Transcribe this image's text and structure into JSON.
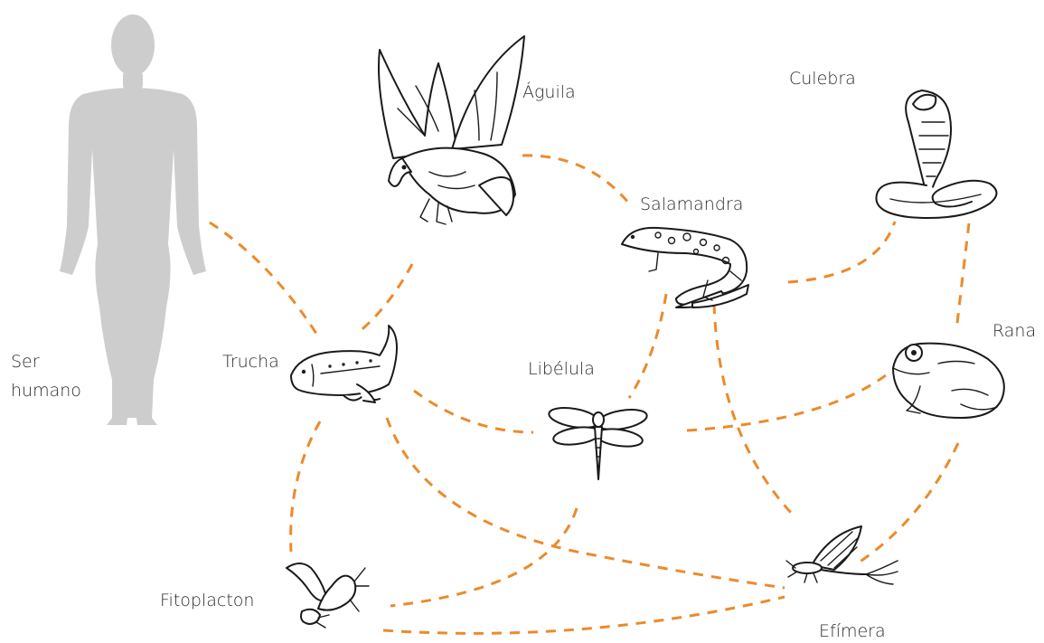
{
  "diagram": {
    "nodes": [
      {
        "id": "human",
        "label": "Ser humano",
        "label_lines": [
          "Ser",
          "humano"
        ]
      },
      {
        "id": "eagle",
        "label": "Águila"
      },
      {
        "id": "snake",
        "label": "Culebra"
      },
      {
        "id": "salamander",
        "label": "Salamandra"
      },
      {
        "id": "frog",
        "label": "Rana"
      },
      {
        "id": "trout",
        "label": "Trucha"
      },
      {
        "id": "dragonfly",
        "label": "Libélula"
      },
      {
        "id": "plankton",
        "label": "Fitoplacton"
      },
      {
        "id": "mayfly",
        "label": "Efímera"
      }
    ],
    "edges": [
      {
        "from": "human",
        "to": "trout"
      },
      {
        "from": "eagle",
        "to": "trout"
      },
      {
        "from": "eagle",
        "to": "salamander"
      },
      {
        "from": "salamander",
        "to": "snake"
      },
      {
        "from": "snake",
        "to": "frog"
      },
      {
        "from": "salamander",
        "to": "dragonfly"
      },
      {
        "from": "salamander",
        "to": "mayfly"
      },
      {
        "from": "trout",
        "to": "dragonfly"
      },
      {
        "from": "trout",
        "to": "plankton"
      },
      {
        "from": "trout",
        "to": "mayfly"
      },
      {
        "from": "dragonfly",
        "to": "frog"
      },
      {
        "from": "dragonfly",
        "to": "plankton"
      },
      {
        "from": "frog",
        "to": "mayfly"
      },
      {
        "from": "plankton",
        "to": "mayfly"
      }
    ],
    "colors": {
      "edge": "#ec8a2b",
      "human_silhouette": "#cdcdcd",
      "ink": "#1a1a1a"
    }
  }
}
